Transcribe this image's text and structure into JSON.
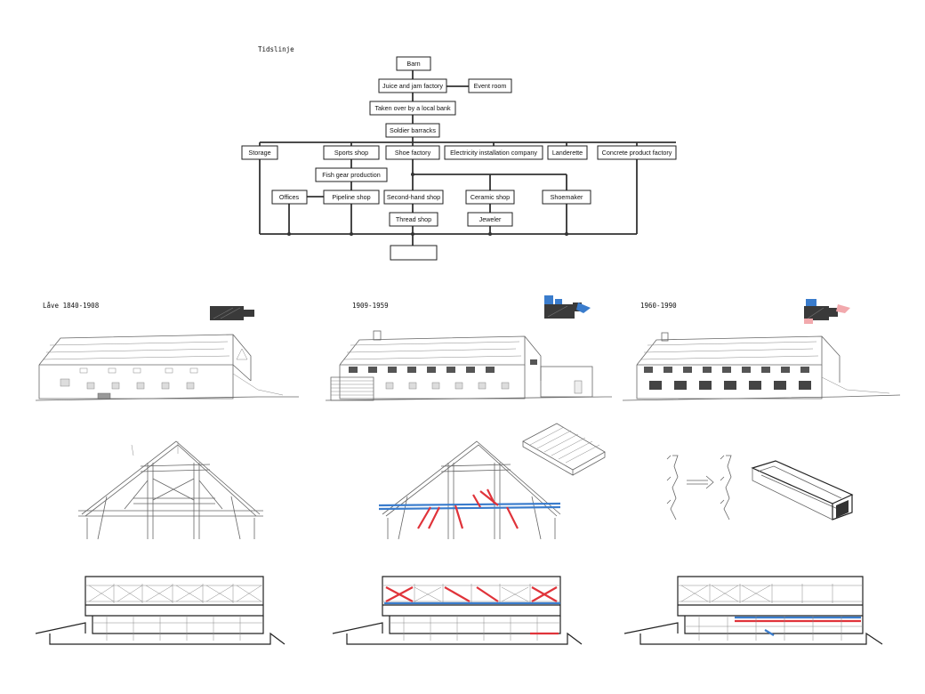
{
  "timeline": {
    "title": "Tidslinje",
    "nodes": {
      "barn": "Barn",
      "juice": "Juice and jam factory",
      "event": "Event room",
      "bank": "Taken over by a local bank",
      "soldier": "Soldier barracks",
      "storage": "Storage",
      "sports": "Sports shop",
      "shoe": "Shoe factory",
      "electricity": "Electricity installation company",
      "landerette": "Landerette",
      "concrete": "Concrete product factory",
      "fishgear": "Fish gear production",
      "offices": "Offices",
      "pipeline": "Pipeline shop",
      "secondhand": "Second-hand shop",
      "ceramic": "Ceramic shop",
      "shoemaker": "Shoemaker",
      "thread": "Thread shop",
      "jeweler": "Jeweler",
      "final": ""
    }
  },
  "periods": [
    {
      "label": "Låve 1840-1908"
    },
    {
      "label": "1909-1959"
    },
    {
      "label": "1960-1990"
    }
  ],
  "colors": {
    "line": "#333333",
    "added": "#e0333a",
    "changed": "#3a7ccc",
    "faded_added": "#f2a9ad",
    "dark_volume": "#3a3a3a"
  }
}
